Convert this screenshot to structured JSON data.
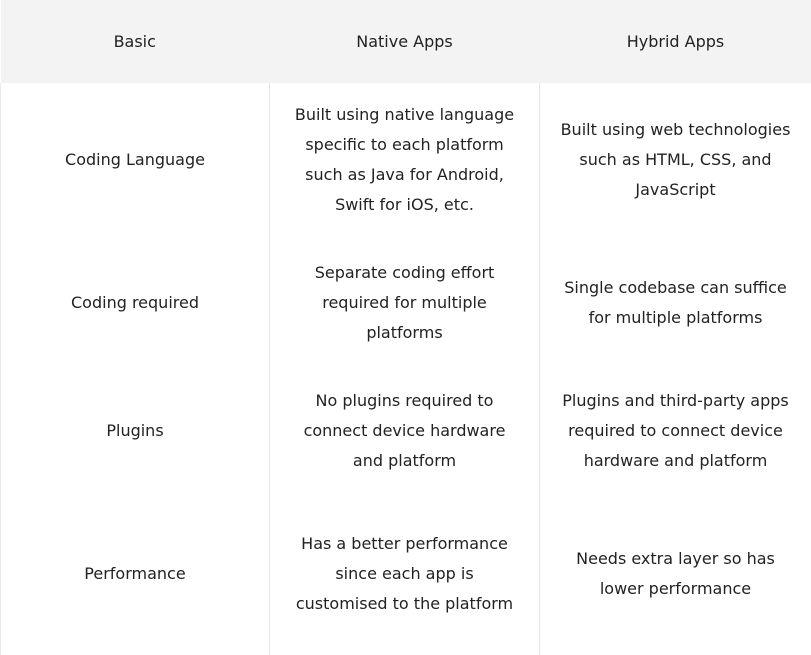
{
  "table": {
    "headers": [
      "Basic",
      "Native Apps",
      "Hybrid Apps"
    ],
    "rows": [
      {
        "basic": "Coding Language",
        "native": "Built using native language specific to each platform such as Java for Android, Swift for iOS, etc.",
        "hybrid": "Built using web technologies such as HTML, CSS, and JavaScript"
      },
      {
        "basic": "Coding required",
        "native": "Separate coding effort required for multiple platforms",
        "hybrid": "Single codebase can suffice for multiple platforms"
      },
      {
        "basic": "Plugins",
        "native": "No plugins required to connect device hardware and platform",
        "hybrid": "Plugins and third-party apps required to connect device hardware and platform"
      },
      {
        "basic": "Performance",
        "native": "Has a better performance since each app is customised to the platform",
        "hybrid": "Needs extra layer so has lower performance"
      }
    ]
  }
}
